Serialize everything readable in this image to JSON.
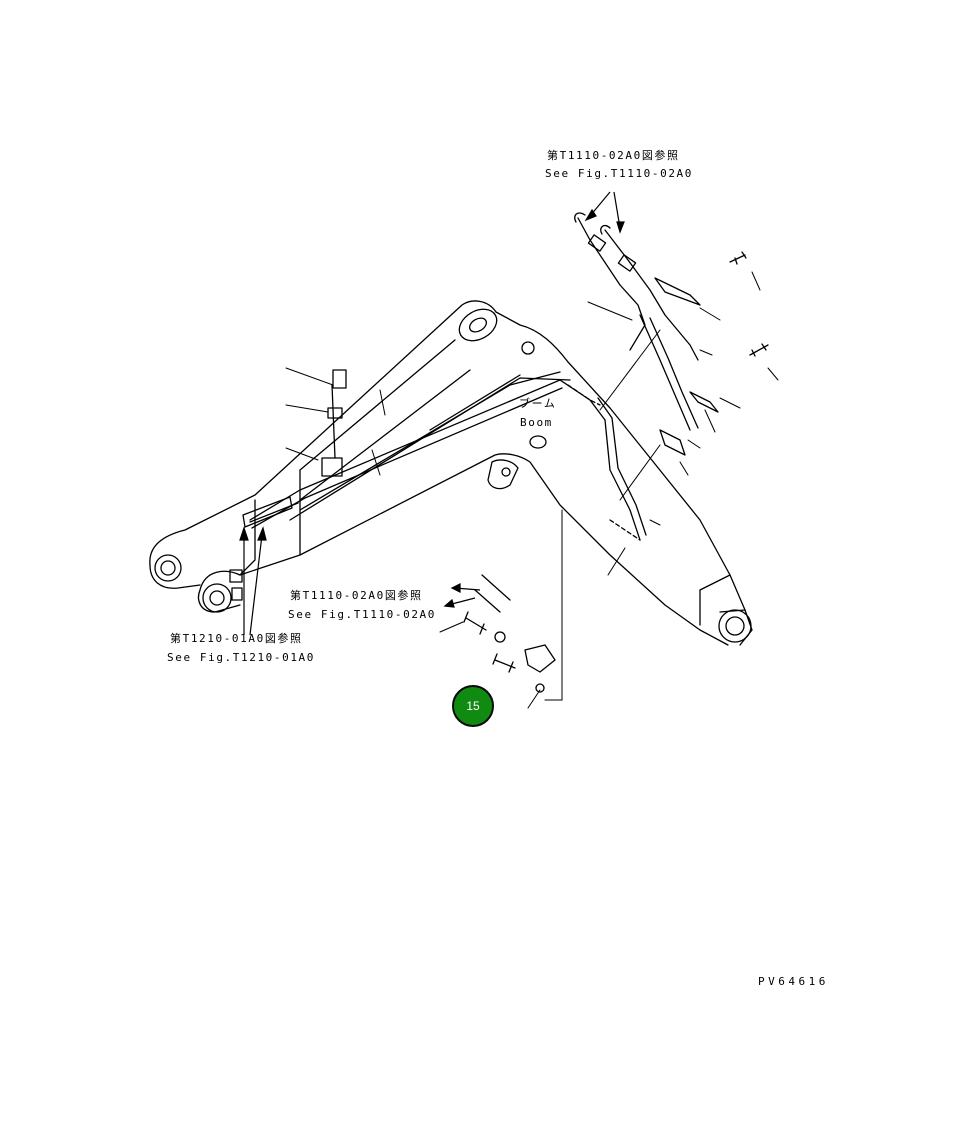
{
  "references": {
    "top_jp": "第T1110-02A0図参照",
    "top_en": "See Fig.T1110-02A0",
    "mid_jp": "第T1110-02A0図参照",
    "mid_en": "See Fig.T1110-02A0",
    "left_jp": "第T1210-01A0図参照",
    "left_en": "See Fig.T1210-01A0"
  },
  "boom": {
    "label_jp": "ブーム",
    "label_en": "Boom"
  },
  "callout": {
    "number": "15",
    "color": "#118a11"
  },
  "drawing_id": "PV64616"
}
